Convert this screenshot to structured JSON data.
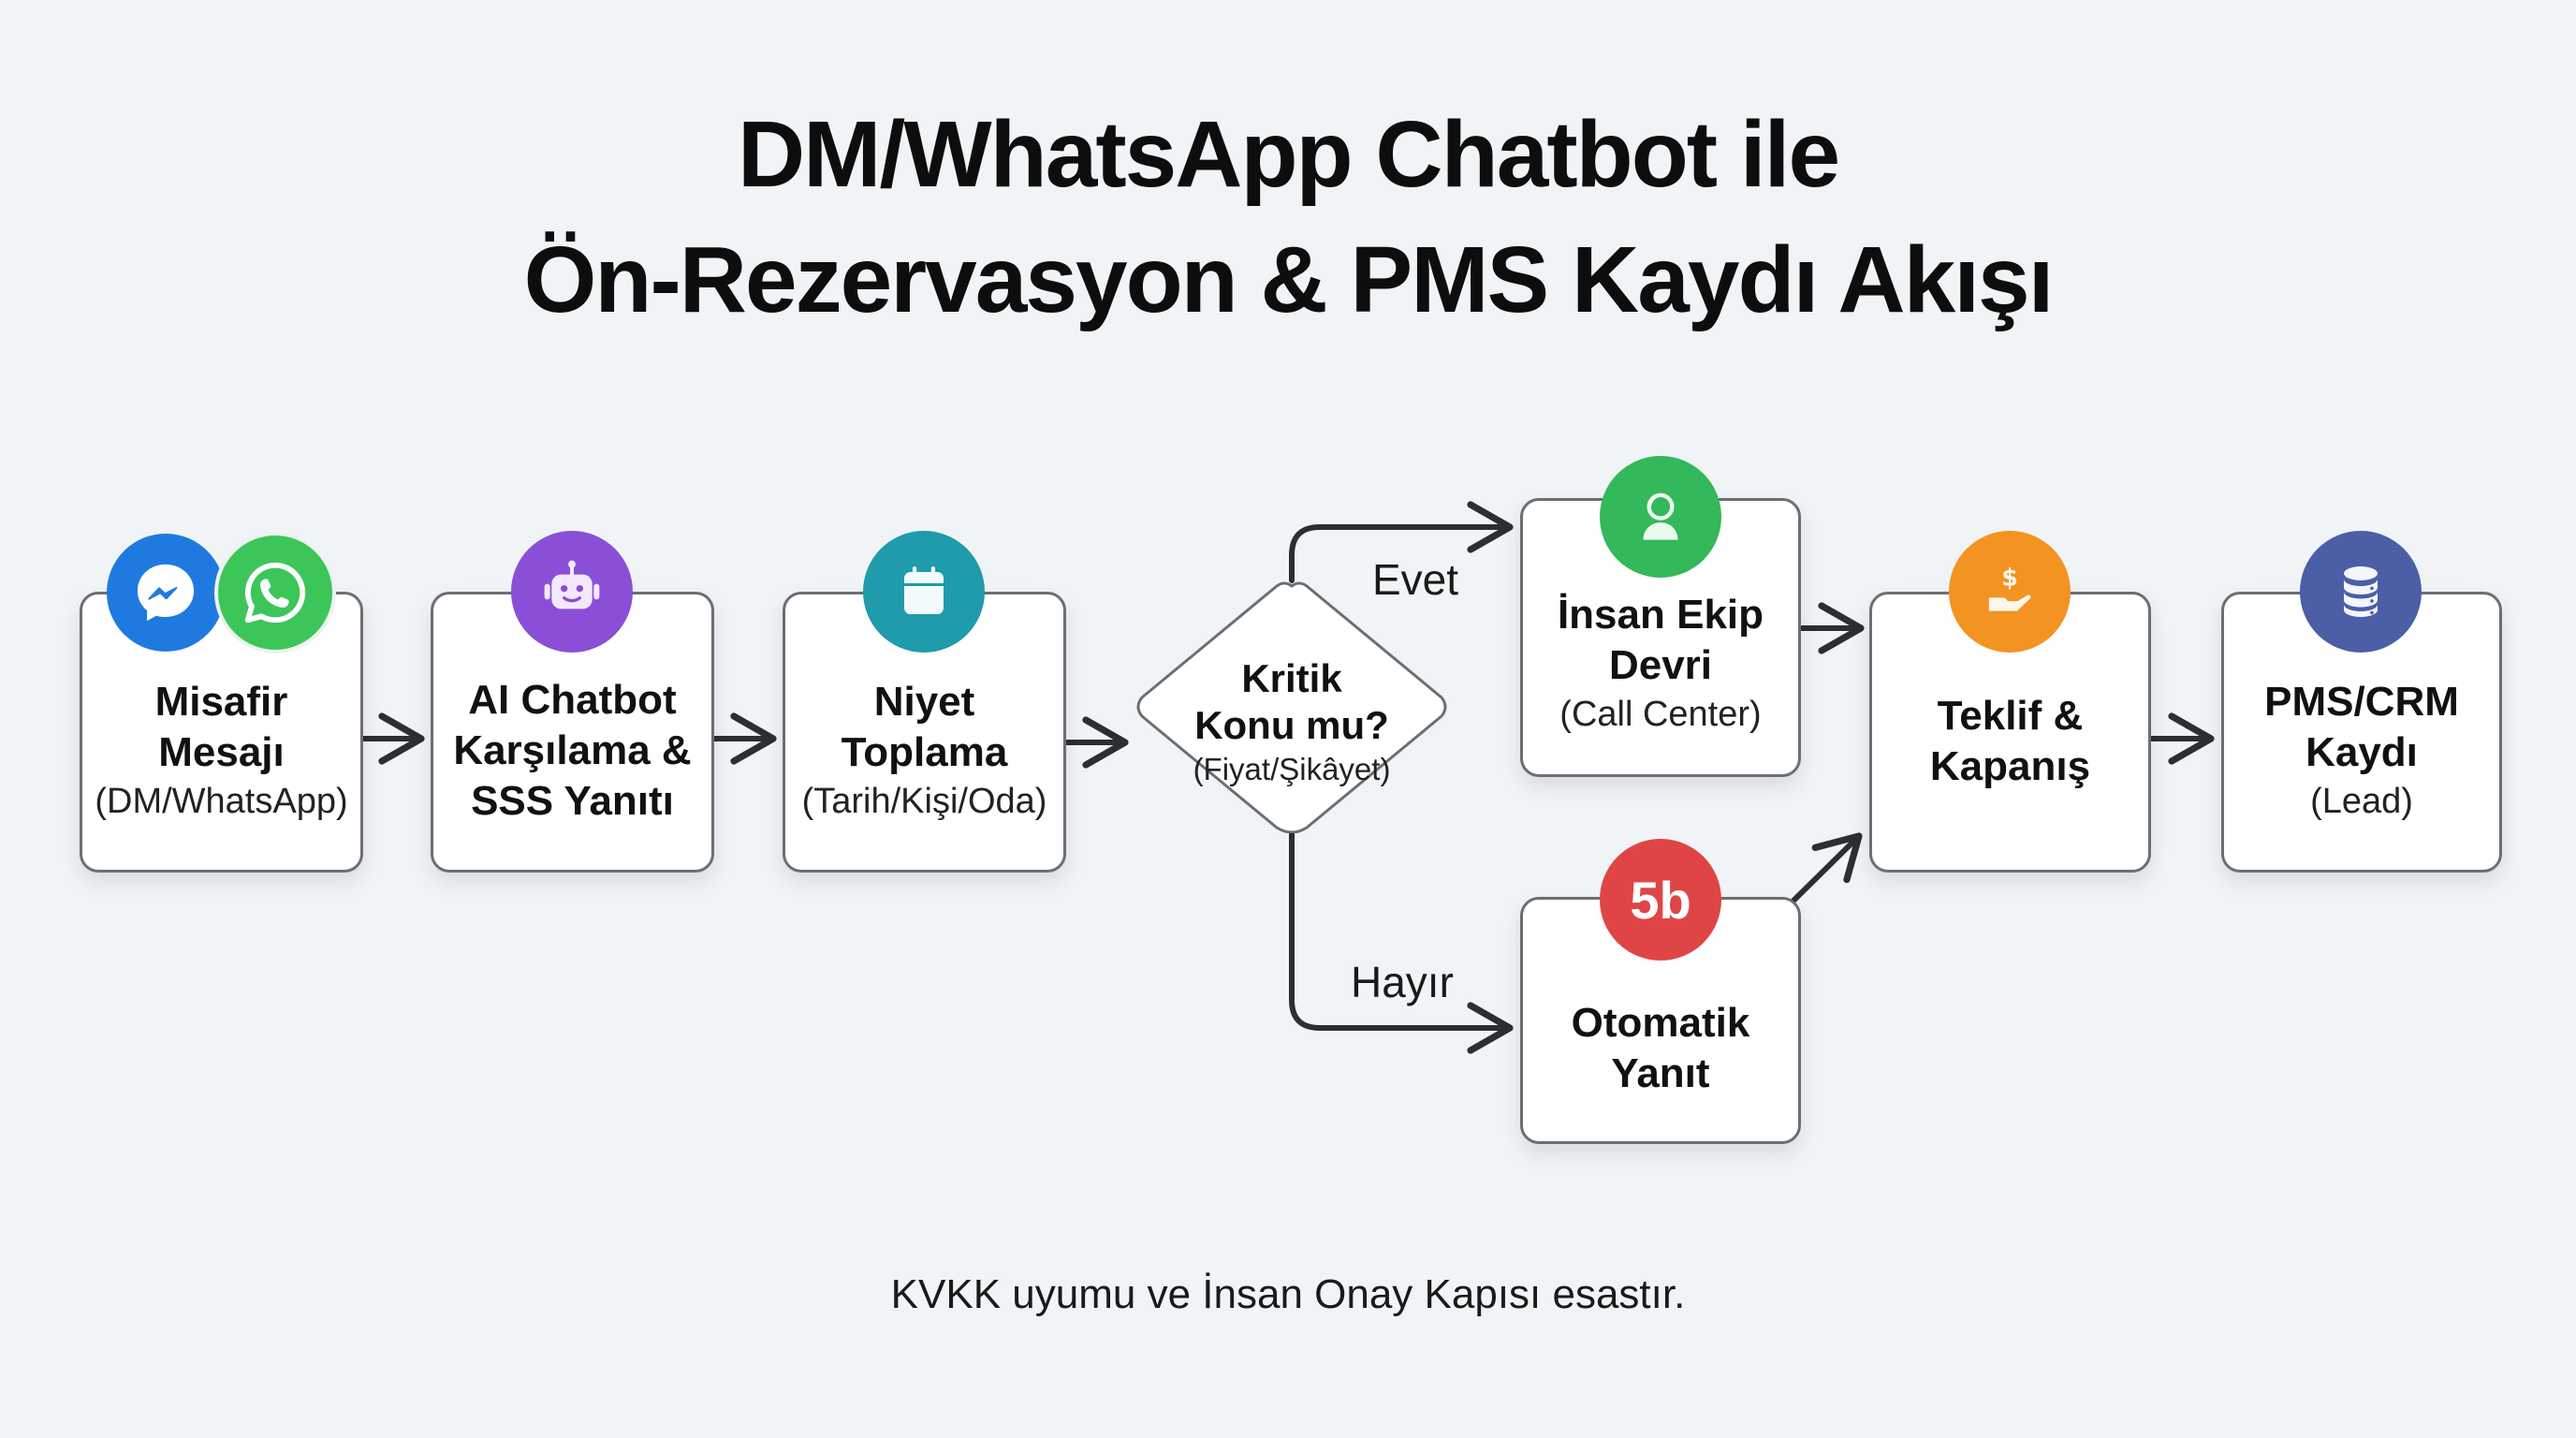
{
  "title": {
    "line1": "DM/WhatsApp Chatbot ile",
    "line2": "Ön-Rezervasyon & PMS Kaydı Akışı"
  },
  "nodes": [
    {
      "id": "misafir-mesaji",
      "lines": [
        "Misafir",
        "Mesajı"
      ],
      "sub": "(DM/WhatsApp)",
      "icons": [
        "messenger-icon",
        "whatsapp-icon"
      ],
      "colors": [
        "#1f7ae0",
        "#3cc65a"
      ]
    },
    {
      "id": "ai-chatbot",
      "lines": [
        "AI Chatbot",
        "Karşılama &",
        "SSS Yanıtı"
      ],
      "sub": "",
      "icons": [
        "robot-icon"
      ],
      "colors": [
        "#8a4fd6"
      ]
    },
    {
      "id": "niyet-toplama",
      "lines": [
        "Niyet",
        "Toplama"
      ],
      "sub": "(Tarih/Kişi/Oda)",
      "icons": [
        "calendar-icon"
      ],
      "colors": [
        "#1f9bab"
      ]
    },
    {
      "id": "insan-ekip-devri",
      "lines": [
        "İnsan Ekip",
        "Devri"
      ],
      "sub": "(Call Center)",
      "icons": [
        "headset-agent-icon"
      ],
      "colors": [
        "#33b85a"
      ]
    },
    {
      "id": "otomatik-yanit",
      "lines": [
        "Otomatik",
        "Yanıt"
      ],
      "sub": "",
      "badge_text": "5b",
      "icons": [
        "step-badge-5b"
      ],
      "colors": [
        "#e04545"
      ]
    },
    {
      "id": "teklif-kapanis",
      "lines": [
        "Teklif &",
        "Kapanış"
      ],
      "sub": "",
      "icons": [
        "money-hand-icon"
      ],
      "colors": [
        "#f39322"
      ]
    },
    {
      "id": "pms-crm-kaydi",
      "lines": [
        "PMS/CRM",
        "Kaydı"
      ],
      "sub": "(Lead)",
      "icons": [
        "database-icon"
      ],
      "colors": [
        "#4b5ea6"
      ]
    }
  ],
  "decision": {
    "lines": [
      "Kritik",
      "Konu mu?"
    ],
    "sub": "(Fiyat/Şikâyet)",
    "yes_label": "Evet",
    "no_label": "Hayır"
  },
  "edges": [
    {
      "from": "misafir-mesaji",
      "to": "ai-chatbot"
    },
    {
      "from": "ai-chatbot",
      "to": "niyet-toplama"
    },
    {
      "from": "niyet-toplama",
      "to": "decision"
    },
    {
      "from": "decision",
      "to": "insan-ekip-devri",
      "label": "Evet"
    },
    {
      "from": "decision",
      "to": "otomatik-yanit",
      "label": "Hayır"
    },
    {
      "from": "insan-ekip-devri",
      "to": "teklif-kapanis"
    },
    {
      "from": "otomatik-yanit",
      "to": "teklif-kapanis"
    },
    {
      "from": "teklif-kapanis",
      "to": "pms-crm-kaydi"
    }
  ],
  "footer": "KVKK uyumu ve İnsan Onay Kapısı esastır.",
  "colors": {
    "background": "#f1f4f6",
    "border": "#6b6f73",
    "arrow": "#2b2f33"
  }
}
